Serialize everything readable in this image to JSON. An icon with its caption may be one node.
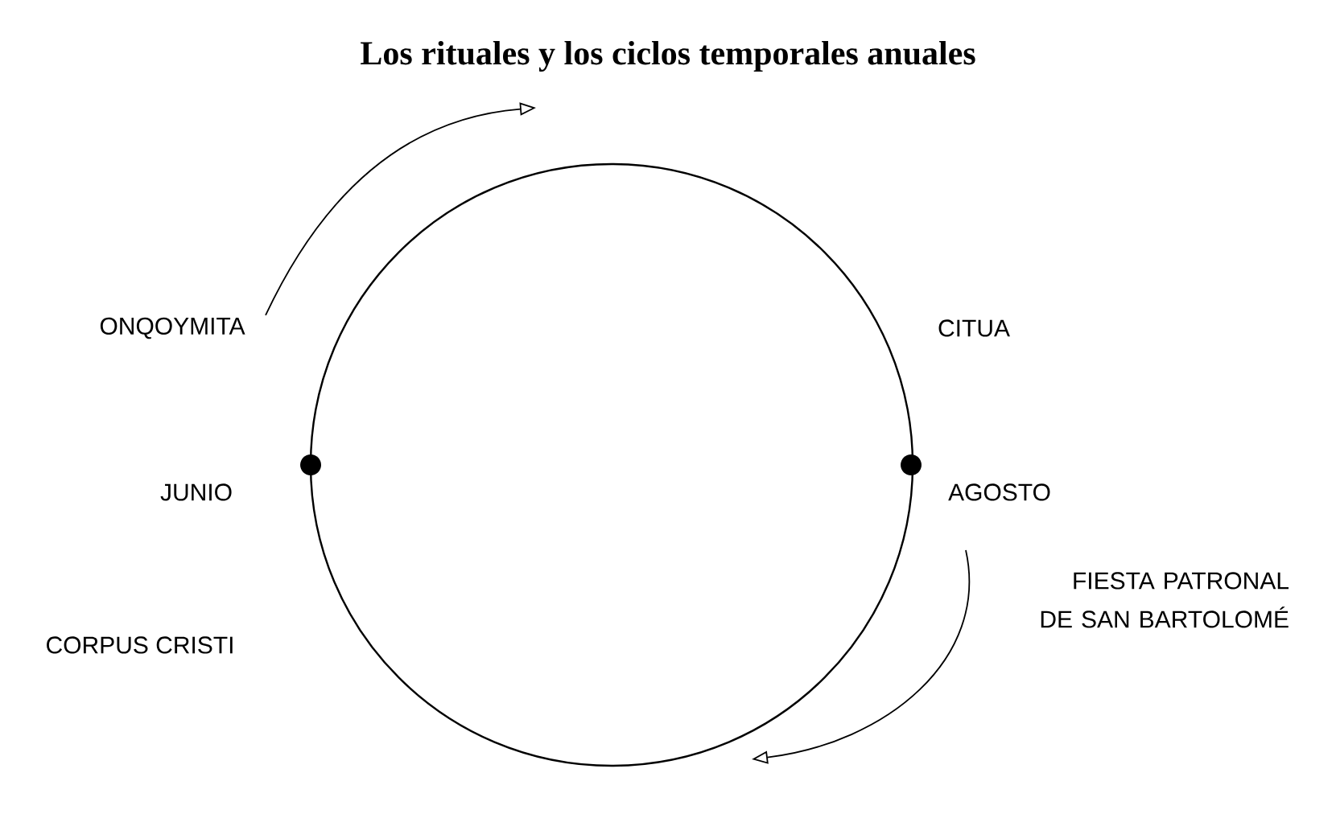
{
  "diagram": {
    "title": "Los rituales y los ciclos temporales anuales",
    "labels": [
      "ONQOYMITA",
      "CITUA",
      "JUNIO",
      "AGOSTO",
      "CORPUS CRISTI",
      "FIESTA PATRONAL DE SAN BARTOLOMÉ"
    ]
  }
}
